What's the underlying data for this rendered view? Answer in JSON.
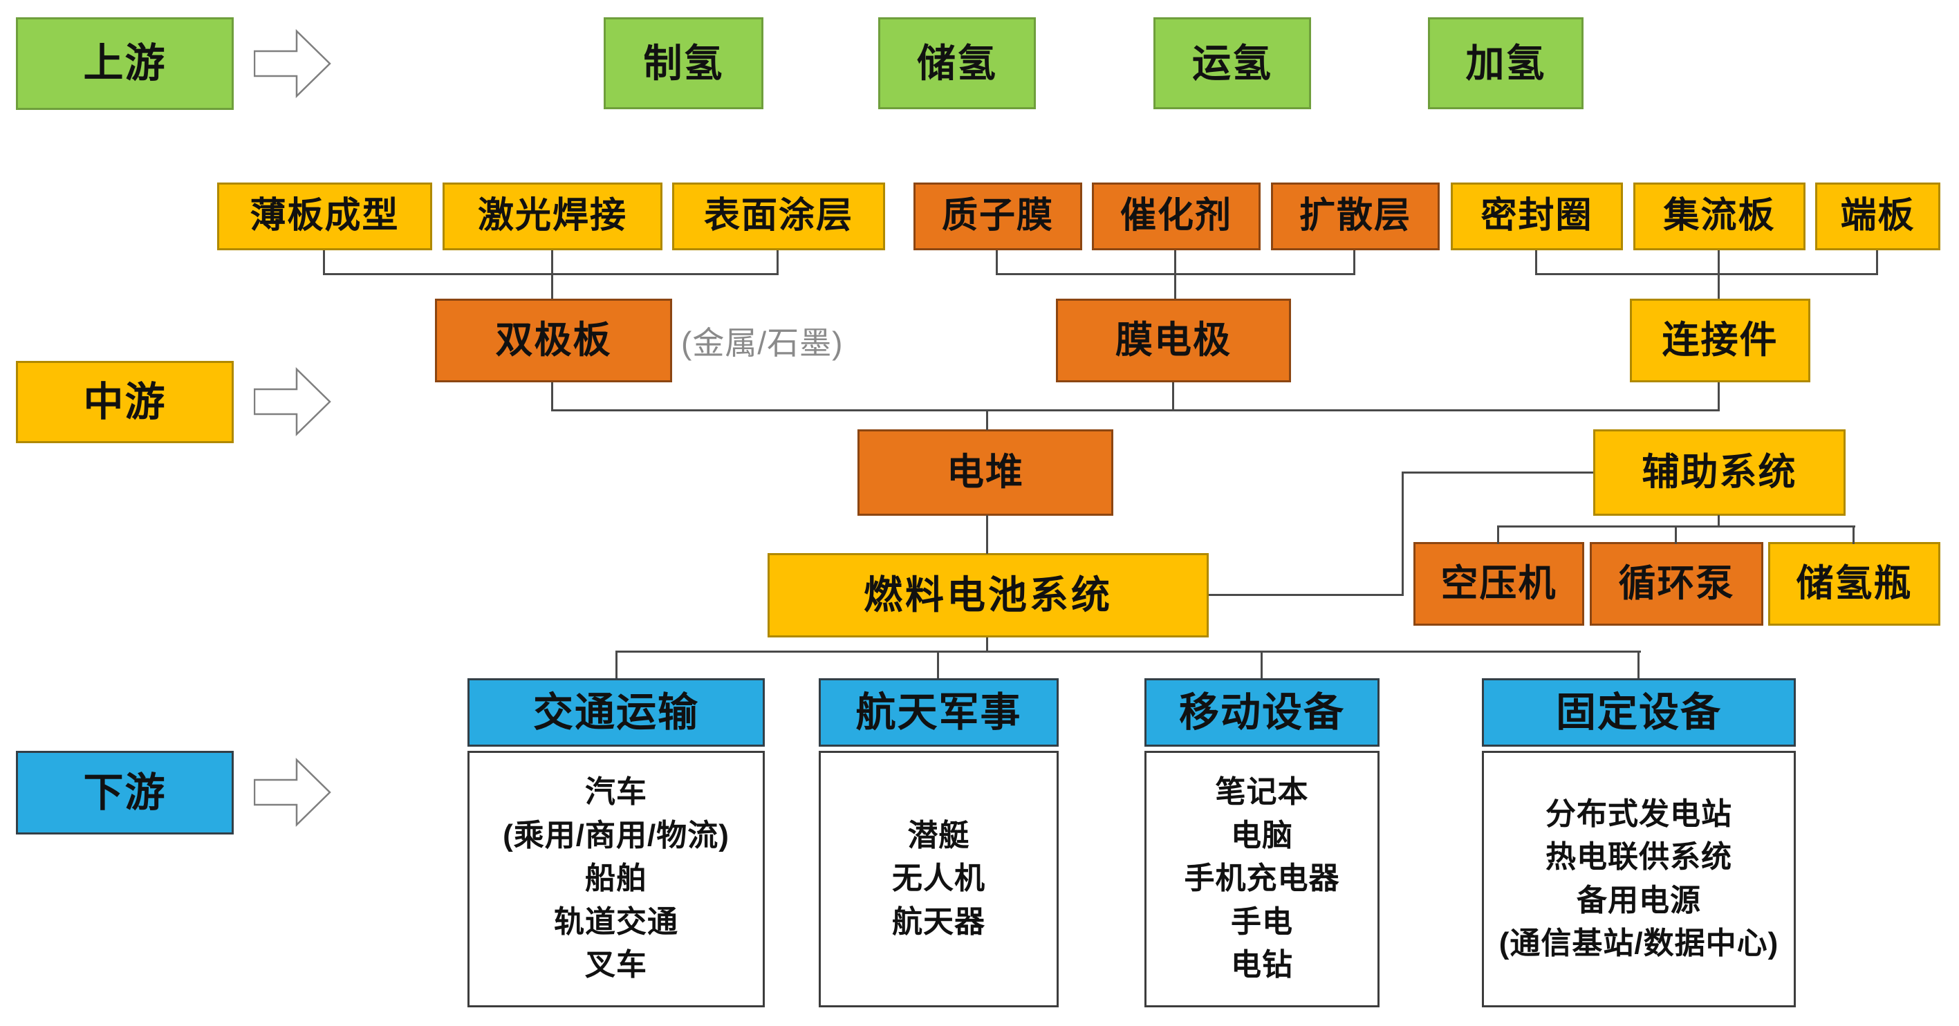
{
  "stages": {
    "upstream": "上游",
    "midstream": "中游",
    "downstream": "下游"
  },
  "upstream_chain": {
    "production": "制氢",
    "storage": "储氢",
    "transport": "运氢",
    "refueling": "加氢"
  },
  "bipolar_group": {
    "sheet_forming": "薄板成型",
    "laser_welding": "激光焊接",
    "surface_coating": "表面涂层",
    "bipolar_plate": "双极板",
    "bipolar_note": "(金属/石墨)"
  },
  "mea_group": {
    "proton_membrane": "质子膜",
    "catalyst": "催化剂",
    "diffusion_layer": "扩散层",
    "mea": "膜电极"
  },
  "connector_group": {
    "seal_ring": "密封圈",
    "current_collector": "集流板",
    "end_plate": "端板",
    "connector": "连接件"
  },
  "core": {
    "stack": "电堆",
    "fuel_cell_system": "燃料电池系统",
    "auxiliary_system": "辅助系统",
    "air_compressor": "空压机",
    "circulation_pump": "循环泵",
    "hydrogen_tank": "储氢瓶"
  },
  "applications": [
    {
      "title": "交通运输",
      "items": "汽车\n(乘用/商用/物流)\n船舶\n轨道交通\n叉车"
    },
    {
      "title": "航天军事",
      "items": "潜艇\n无人机\n航天器"
    },
    {
      "title": "移动设备",
      "items": "笔记本\n电脑\n手机充电器\n手电\n电钻"
    },
    {
      "title": "固定设备",
      "items": "分布式发电站\n热电联供系统\n备用电源\n(通信基站/数据中心)"
    }
  ],
  "icons": {
    "stage_arrow": "right-block-arrow"
  },
  "colors": {
    "green": "#92D050",
    "yellow": "#FFC000",
    "orange": "#E8761B",
    "blue": "#29ABE2",
    "line": "#4a4a4a",
    "note_gray": "#8a8a8a"
  }
}
